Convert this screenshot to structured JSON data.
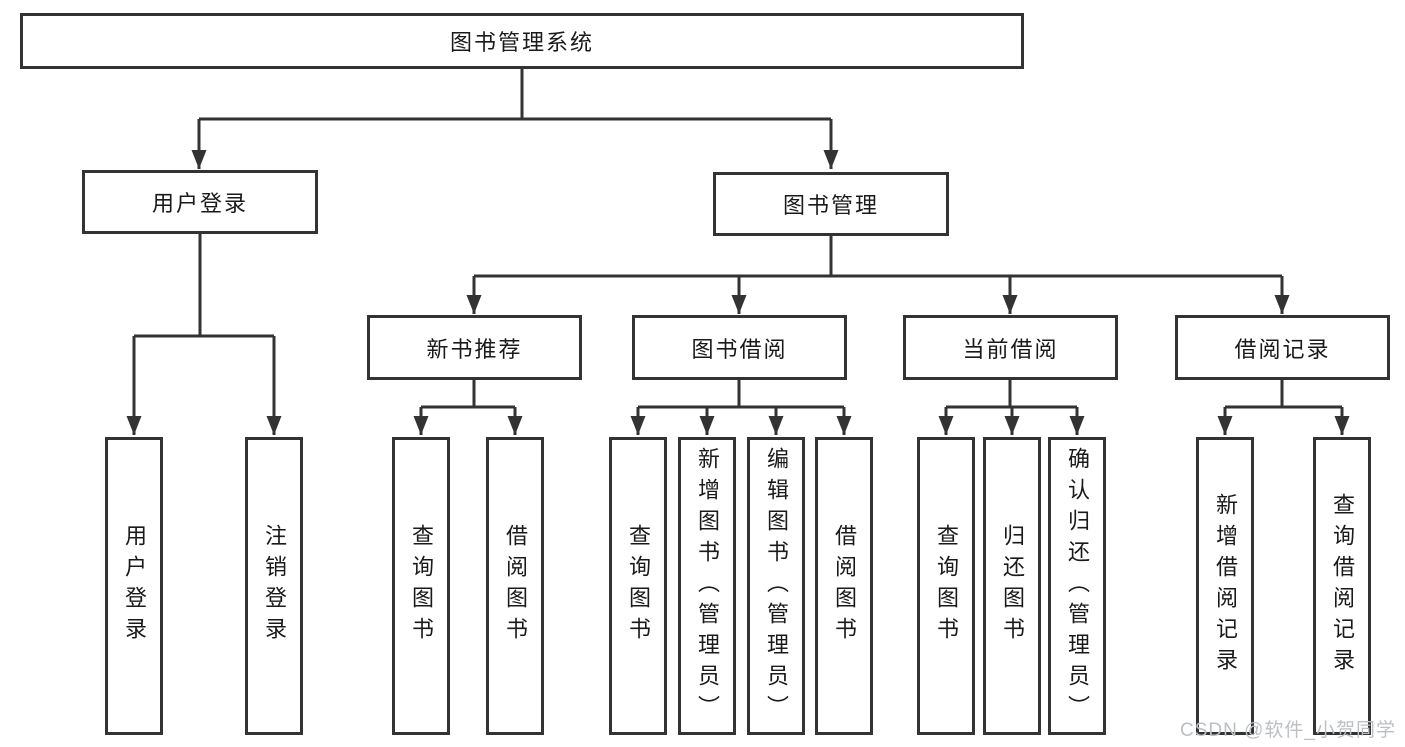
{
  "tree": {
    "root_label": "图书管理系统",
    "user_login": {
      "label": "用户登录",
      "leaves": [
        "用户登录",
        "注销登录"
      ]
    },
    "book_mgmt": {
      "label": "图书管理",
      "groups": [
        {
          "label": "新书推荐",
          "leaves": [
            "查询图书",
            "借阅图书"
          ]
        },
        {
          "label": "图书借阅",
          "leaves": [
            "查询图书",
            "新增图书（管理员）",
            "编辑图书（管理员）",
            "借阅图书"
          ]
        },
        {
          "label": "当前借阅",
          "leaves": [
            "查询图书",
            "归还图书",
            "确认归还（管理员）"
          ]
        },
        {
          "label": "借阅记录",
          "leaves": [
            "新增借阅记录",
            "查询借阅记录"
          ]
        }
      ]
    }
  },
  "watermark": {
    "text": "CSDN @软件_小贺同学",
    "color": "#bcc0c4"
  },
  "colors": {
    "line": "#333333",
    "node_border": "#333333",
    "text": "#1a1a1a",
    "background": "#ffffff"
  }
}
